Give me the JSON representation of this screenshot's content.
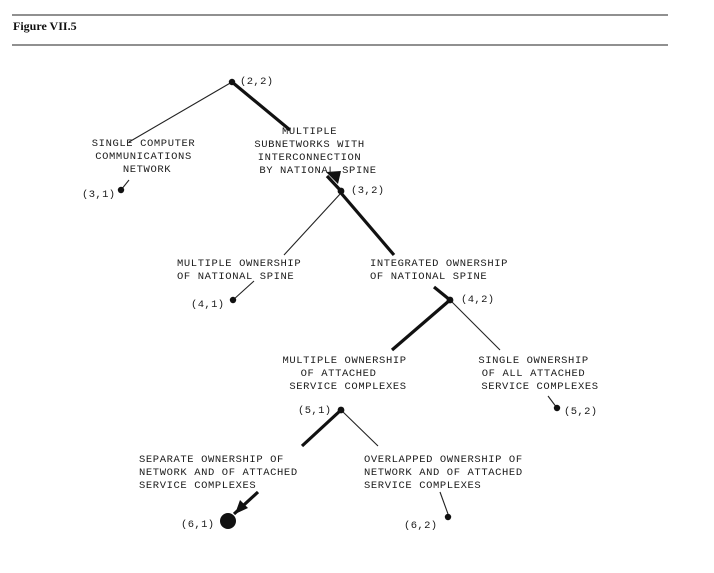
{
  "figure_title": "Figure VII.5",
  "nodes": {
    "n22": "(2,2)",
    "n31": "(3,1)",
    "n32": "(3,2)",
    "n41": "(4,1)",
    "n42": "(4,2)",
    "n51": "(5,1)",
    "n52": "(5,2)",
    "n61": "(6,1)",
    "n62": "(6,2)"
  },
  "labels": {
    "single_computer": [
      "SINGLE COMPUTER",
      "COMMUNICATIONS",
      "NETWORK"
    ],
    "multiple_subnetworks": [
      "MULTIPLE",
      "SUBNETWORKS WITH",
      "INTERCONNECTION",
      "BY NATIONAL SPINE"
    ],
    "multiple_ownership_spine": [
      "MULTIPLE OWNERSHIP",
      "OF NATIONAL SPINE"
    ],
    "integrated_ownership_spine": [
      "INTEGRATED OWNERSHIP",
      "OF NATIONAL SPINE"
    ],
    "multiple_ownership_complexes": [
      "MULTIPLE OWNERSHIP",
      "OF ATTACHED",
      "SERVICE COMPLEXES"
    ],
    "single_ownership_complexes": [
      "SINGLE OWNERSHIP",
      "OF ALL ATTACHED",
      "SERVICE COMPLEXES"
    ],
    "separate_ownership": [
      "SEPARATE OWNERSHIP OF",
      "NETWORK AND OF ATTACHED",
      "SERVICE COMPLEXES"
    ],
    "overlapped_ownership": [
      "OVERLAPPED OWNERSHIP OF",
      "NETWORK AND OF ATTACHED",
      "SERVICE COMPLEXES"
    ]
  }
}
